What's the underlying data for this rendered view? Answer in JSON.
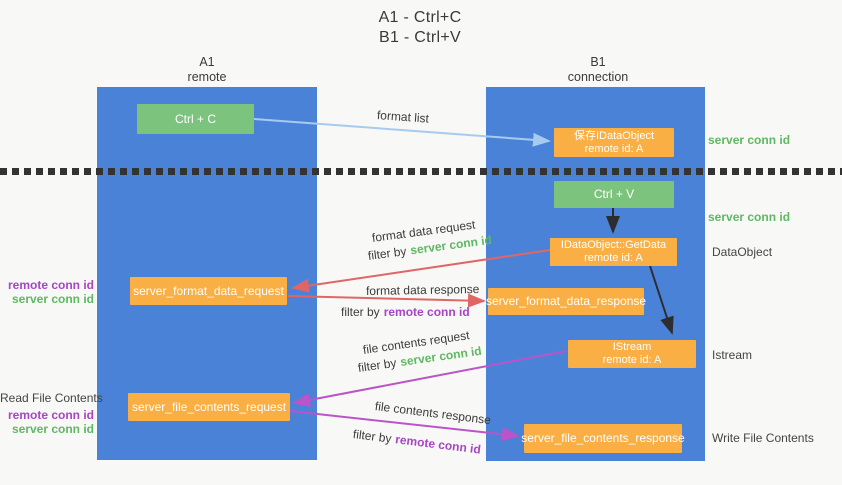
{
  "title": {
    "line1": "A1 - Ctrl+C",
    "line2": "B1 - Ctrl+V"
  },
  "lanes": {
    "a1": {
      "name": "A1",
      "subtitle": "remote"
    },
    "b1": {
      "name": "B1",
      "subtitle": "connection"
    }
  },
  "nodes": {
    "ctrl_c": {
      "label": "Ctrl + C"
    },
    "save_idataobject": {
      "line1": "保存IDataObject",
      "line2": "remote id: A"
    },
    "ctrl_v": {
      "label": "Ctrl + V"
    },
    "getdata": {
      "line1": "IDataObject::GetData",
      "line2": "remote id: A"
    },
    "format_request": {
      "label": "server_format_data_request"
    },
    "format_response": {
      "label": "server_format_data_response"
    },
    "istream": {
      "line1": "IStream",
      "line2": "remote id: A"
    },
    "file_request": {
      "label": "server_file_contents_request"
    },
    "file_response": {
      "label": "server_file_contents_response"
    }
  },
  "arrow_labels": {
    "format_list": "format list",
    "format_data_request": "format data request",
    "format_data_response": "format data response",
    "file_contents_request": "file contents request",
    "file_contents_response": "file contents response",
    "filter_by": "filter by",
    "server_conn_id": "server conn id",
    "remote_conn_id": "remote conn id"
  },
  "side_labels": {
    "server_conn_id_top": "server conn id",
    "server_conn_id_mid": "server conn id",
    "dataobject": "DataObject",
    "istream": "Istream",
    "write_file_contents": "Write File Contents",
    "read_file_contents": "Read File Contents",
    "remote_conn_id": "remote conn id",
    "server_conn_id": "server conn id"
  },
  "colors": {
    "lane_blue": "#4a82d8",
    "box_green": "#7cc47e",
    "box_orange": "#f9af44",
    "arrow_blue": "#a6cbee",
    "arrow_red": "#e06666",
    "arrow_magenta": "#bb54c8",
    "arrow_black": "#2d2d2d",
    "label_green": "#5fb863",
    "label_purple": "#a844c6"
  }
}
